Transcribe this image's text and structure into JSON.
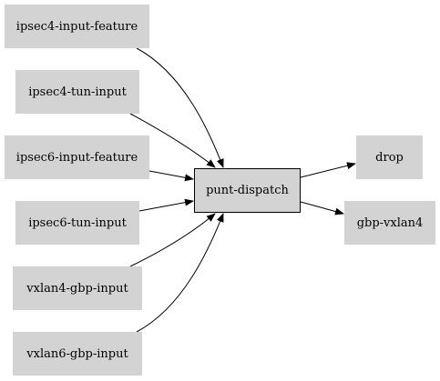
{
  "colors": {
    "node_fill": "#d3d3d3",
    "center_border": "#000000",
    "edge": "#000000",
    "background": "#ffffff"
  },
  "nodes": {
    "ipsec4_input_feature": "ipsec4-input-feature",
    "ipsec4_tun_input": "ipsec4-tun-input",
    "ipsec6_input_feature": "ipsec6-input-feature",
    "ipsec6_tun_input": "ipsec6-tun-input",
    "vxlan4_gbp_input": "vxlan4-gbp-input",
    "vxlan6_gbp_input": "vxlan6-gbp-input",
    "punt_dispatch": "punt-dispatch",
    "drop": "drop",
    "gbp_vxlan4": "gbp-vxlan4"
  },
  "edges": [
    {
      "from": "ipsec4_input_feature",
      "to": "punt_dispatch"
    },
    {
      "from": "ipsec4_tun_input",
      "to": "punt_dispatch"
    },
    {
      "from": "ipsec6_input_feature",
      "to": "punt_dispatch"
    },
    {
      "from": "ipsec6_tun_input",
      "to": "punt_dispatch"
    },
    {
      "from": "vxlan4_gbp_input",
      "to": "punt_dispatch"
    },
    {
      "from": "vxlan6_gbp_input",
      "to": "punt_dispatch"
    },
    {
      "from": "punt_dispatch",
      "to": "drop"
    },
    {
      "from": "punt_dispatch",
      "to": "gbp_vxlan4"
    }
  ]
}
